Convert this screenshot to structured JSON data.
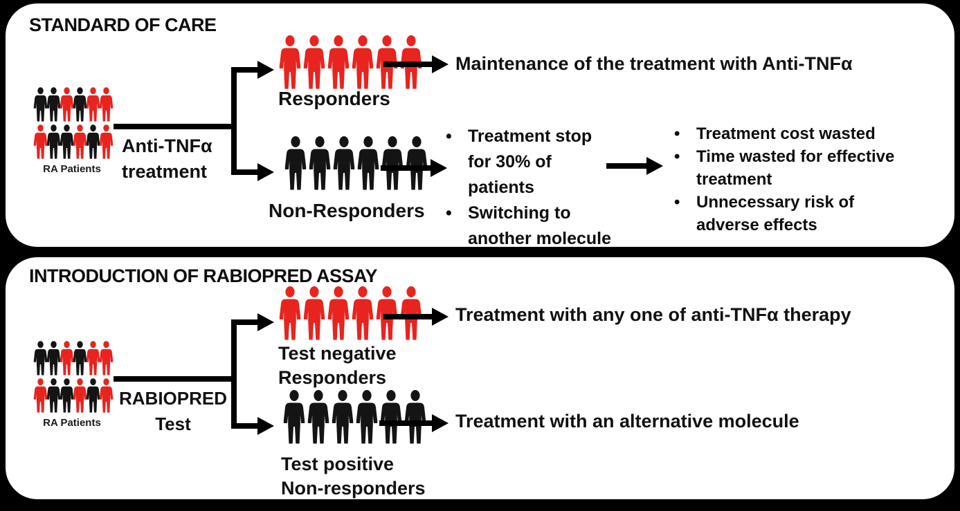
{
  "colors": {
    "red": "#e8241f",
    "black": "#141414",
    "page_bg": "#000000",
    "panel_bg": "#ffffff"
  },
  "panel1": {
    "title": "STANDARD OF CARE",
    "ra_group": {
      "label": "RA Patients",
      "rows": [
        [
          "black",
          "black",
          "red",
          "black",
          "red",
          "red"
        ],
        [
          "red",
          "black",
          "black",
          "red",
          "black",
          "red"
        ]
      ]
    },
    "treatment_label": {
      "line1": "Anti-TNFα",
      "line2": "treatment"
    },
    "responders": {
      "label": "Responders",
      "people": [
        "red",
        "red",
        "red",
        "red",
        "red",
        "red"
      ],
      "outcome": "Maintenance of the treatment with Anti-TNFα"
    },
    "non_responders": {
      "label": "Non-Responders",
      "people": [
        "black",
        "black",
        "black",
        "black",
        "black",
        "black"
      ],
      "bullets": [
        "Treatment stop for 30% of patients",
        "Switching to another molecule"
      ],
      "consequences": [
        "Treatment cost wasted",
        "Time wasted for effective treatment",
        "Unnecessary risk of adverse effects"
      ]
    }
  },
  "panel2": {
    "title": "INTRODUCTION OF RABIOPRED ASSAY",
    "ra_group": {
      "label": "RA Patients",
      "rows": [
        [
          "black",
          "black",
          "red",
          "black",
          "red",
          "red"
        ],
        [
          "red",
          "black",
          "black",
          "red",
          "black",
          "red"
        ]
      ]
    },
    "test_label": {
      "line1": "RABIOPRED",
      "line2": "Test"
    },
    "test_negative": {
      "label_line1": "Test negative",
      "label_line2": "Responders",
      "people": [
        "red",
        "red",
        "red",
        "red",
        "red",
        "red"
      ],
      "outcome": "Treatment with any one of anti-TNFα therapy"
    },
    "test_positive": {
      "label_line1": "Test positive",
      "label_line2": "Non-responders",
      "people": [
        "black",
        "black",
        "black",
        "black",
        "black",
        "black"
      ],
      "outcome": "Treatment with an alternative molecule"
    }
  }
}
